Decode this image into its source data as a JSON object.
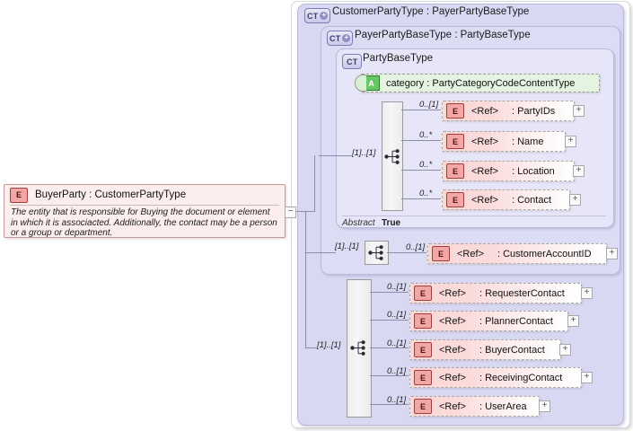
{
  "diagram": {
    "kind": "xsd-schema-diagram",
    "root_element": {
      "icon": "element-badge-E",
      "badge": "E",
      "title": "BuyerParty : CustomerPartyType",
      "documentation": "The entity that is responsible for Buying the document or element in which it is associacted. Additionally, the contact  may be a person or a group or department.",
      "toggle": "−"
    },
    "complex_types": [
      {
        "badge": "CT",
        "expander": "+",
        "title": "CustomerPartyType : PayerPartyBaseType"
      },
      {
        "badge": "CT",
        "expander": "+",
        "title": "PayerPartyBaseType : PartyBaseType"
      },
      {
        "badge": "CT",
        "expander": "",
        "title": "PartyBaseType"
      }
    ],
    "attribute": {
      "badge": "A",
      "label": "category : PartyCategoryCodeContentType"
    },
    "abstract": {
      "label": "Abstract",
      "value": "True"
    },
    "sequences": [
      {
        "name": "party-base-sequence",
        "cardinality": "[1]..[1]"
      },
      {
        "name": "customer-account-sequence",
        "cardinality": "[1]..[1]"
      },
      {
        "name": "customer-party-sequence",
        "cardinality": "[1]..[1]"
      }
    ],
    "groups": [
      {
        "name": "party-base-elements",
        "items": [
          {
            "badge": "E",
            "ref": "<Ref>",
            "name": ": PartyIDs",
            "cardinality": "0..[1]",
            "toggle": "+"
          },
          {
            "badge": "E",
            "ref": "<Ref>",
            "name": ": Name",
            "cardinality": "0..*",
            "toggle": "+"
          },
          {
            "badge": "E",
            "ref": "<Ref>",
            "name": ": Location",
            "cardinality": "0..*",
            "toggle": "+"
          },
          {
            "badge": "E",
            "ref": "<Ref>",
            "name": ": Contact",
            "cardinality": "0..*",
            "toggle": "+"
          }
        ]
      },
      {
        "name": "payer-party-elements",
        "items": [
          {
            "badge": "E",
            "ref": "<Ref>",
            "name": ": CustomerAccountID",
            "cardinality": "0..[1]",
            "toggle": "+"
          }
        ]
      },
      {
        "name": "customer-party-elements",
        "items": [
          {
            "badge": "E",
            "ref": "<Ref>",
            "name": ": RequesterContact",
            "cardinality": "0..[1]",
            "toggle": "+"
          },
          {
            "badge": "E",
            "ref": "<Ref>",
            "name": ": PlannerContact",
            "cardinality": "0..[1]",
            "toggle": "+"
          },
          {
            "badge": "E",
            "ref": "<Ref>",
            "name": ": BuyerContact",
            "cardinality": "0..[1]",
            "toggle": "+"
          },
          {
            "badge": "E",
            "ref": "<Ref>",
            "name": ": ReceivingContact",
            "cardinality": "0..[1]",
            "toggle": "+"
          },
          {
            "badge": "E",
            "ref": "<Ref>",
            "name": ": UserArea",
            "cardinality": "0..[1]",
            "toggle": "+"
          }
        ]
      }
    ],
    "colors": {
      "element_fill": "#fbd8d8",
      "element_badge": "#f2a7a7",
      "attribute_fill": "#e4f4e0",
      "attribute_badge": "#64c864",
      "complextype_fill": "#d7d7f2",
      "complextype_badge": "#c9c9ea",
      "connector": "#8b8baa",
      "page": "#ffffff"
    }
  }
}
